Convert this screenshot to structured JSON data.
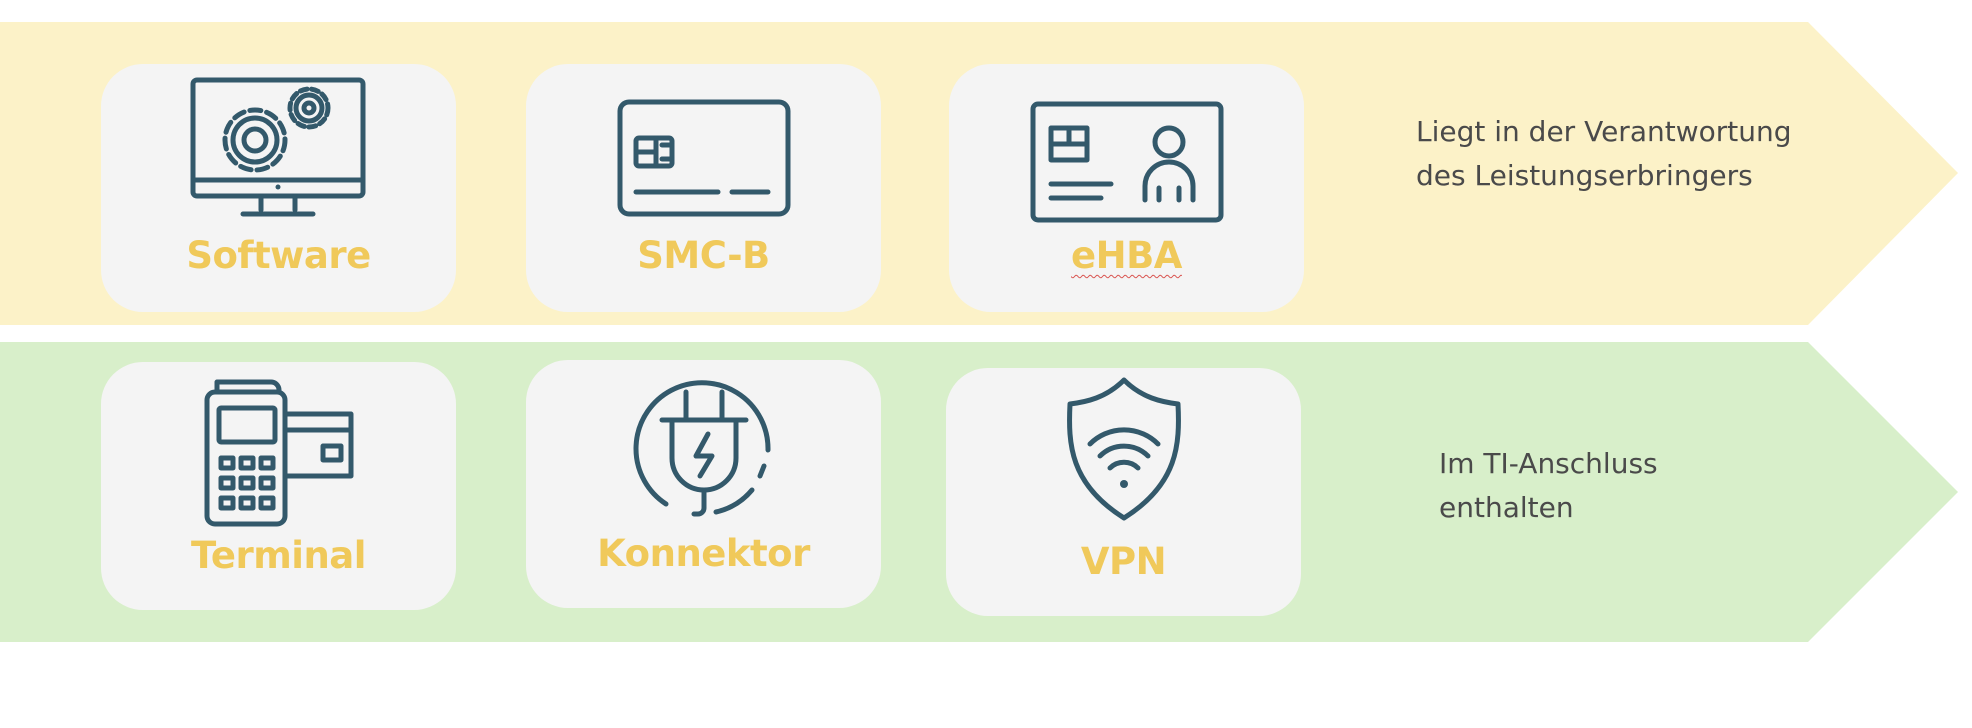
{
  "colors": {
    "top_band": "#fcf2c8",
    "bottom_band": "#d8efca",
    "card": "#f4f4f4",
    "label": "#f0c95a",
    "icon_stroke": "#33596b",
    "caption": "#4a4a4a"
  },
  "top_row": {
    "cards": [
      {
        "label": "Software",
        "icon": "computer-gears-icon"
      },
      {
        "label": "SMC-B",
        "icon": "chip-card-icon"
      },
      {
        "label": "eHBA",
        "icon": "id-card-icon"
      }
    ],
    "caption": {
      "line1": "Liegt in der Verantwortung",
      "line2": "des Leistungserbringers"
    }
  },
  "bottom_row": {
    "cards": [
      {
        "label": "Terminal",
        "icon": "card-terminal-icon"
      },
      {
        "label": "Konnektor",
        "icon": "plug-icon"
      },
      {
        "label": "VPN",
        "icon": "shield-wifi-icon"
      }
    ],
    "caption": {
      "line1": "Im TI-Anschluss",
      "line2": "enthalten"
    }
  }
}
